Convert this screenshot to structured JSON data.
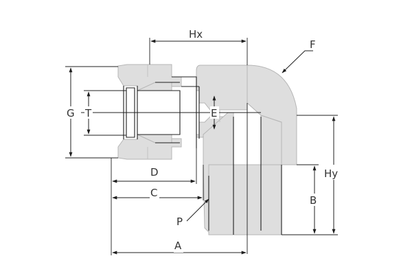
{
  "colors": {
    "body_fill": "#dedede",
    "body_stroke": "#b5b5b5",
    "line": "#1f1f1f",
    "label": "#333333",
    "background": "#ffffff"
  },
  "labels": {
    "hx": "Hx",
    "f": "F",
    "g": "G",
    "t": "T",
    "e": "E",
    "d": "D",
    "c": "C",
    "a": "A",
    "p": "P",
    "b": "B",
    "hy": "Hy"
  }
}
